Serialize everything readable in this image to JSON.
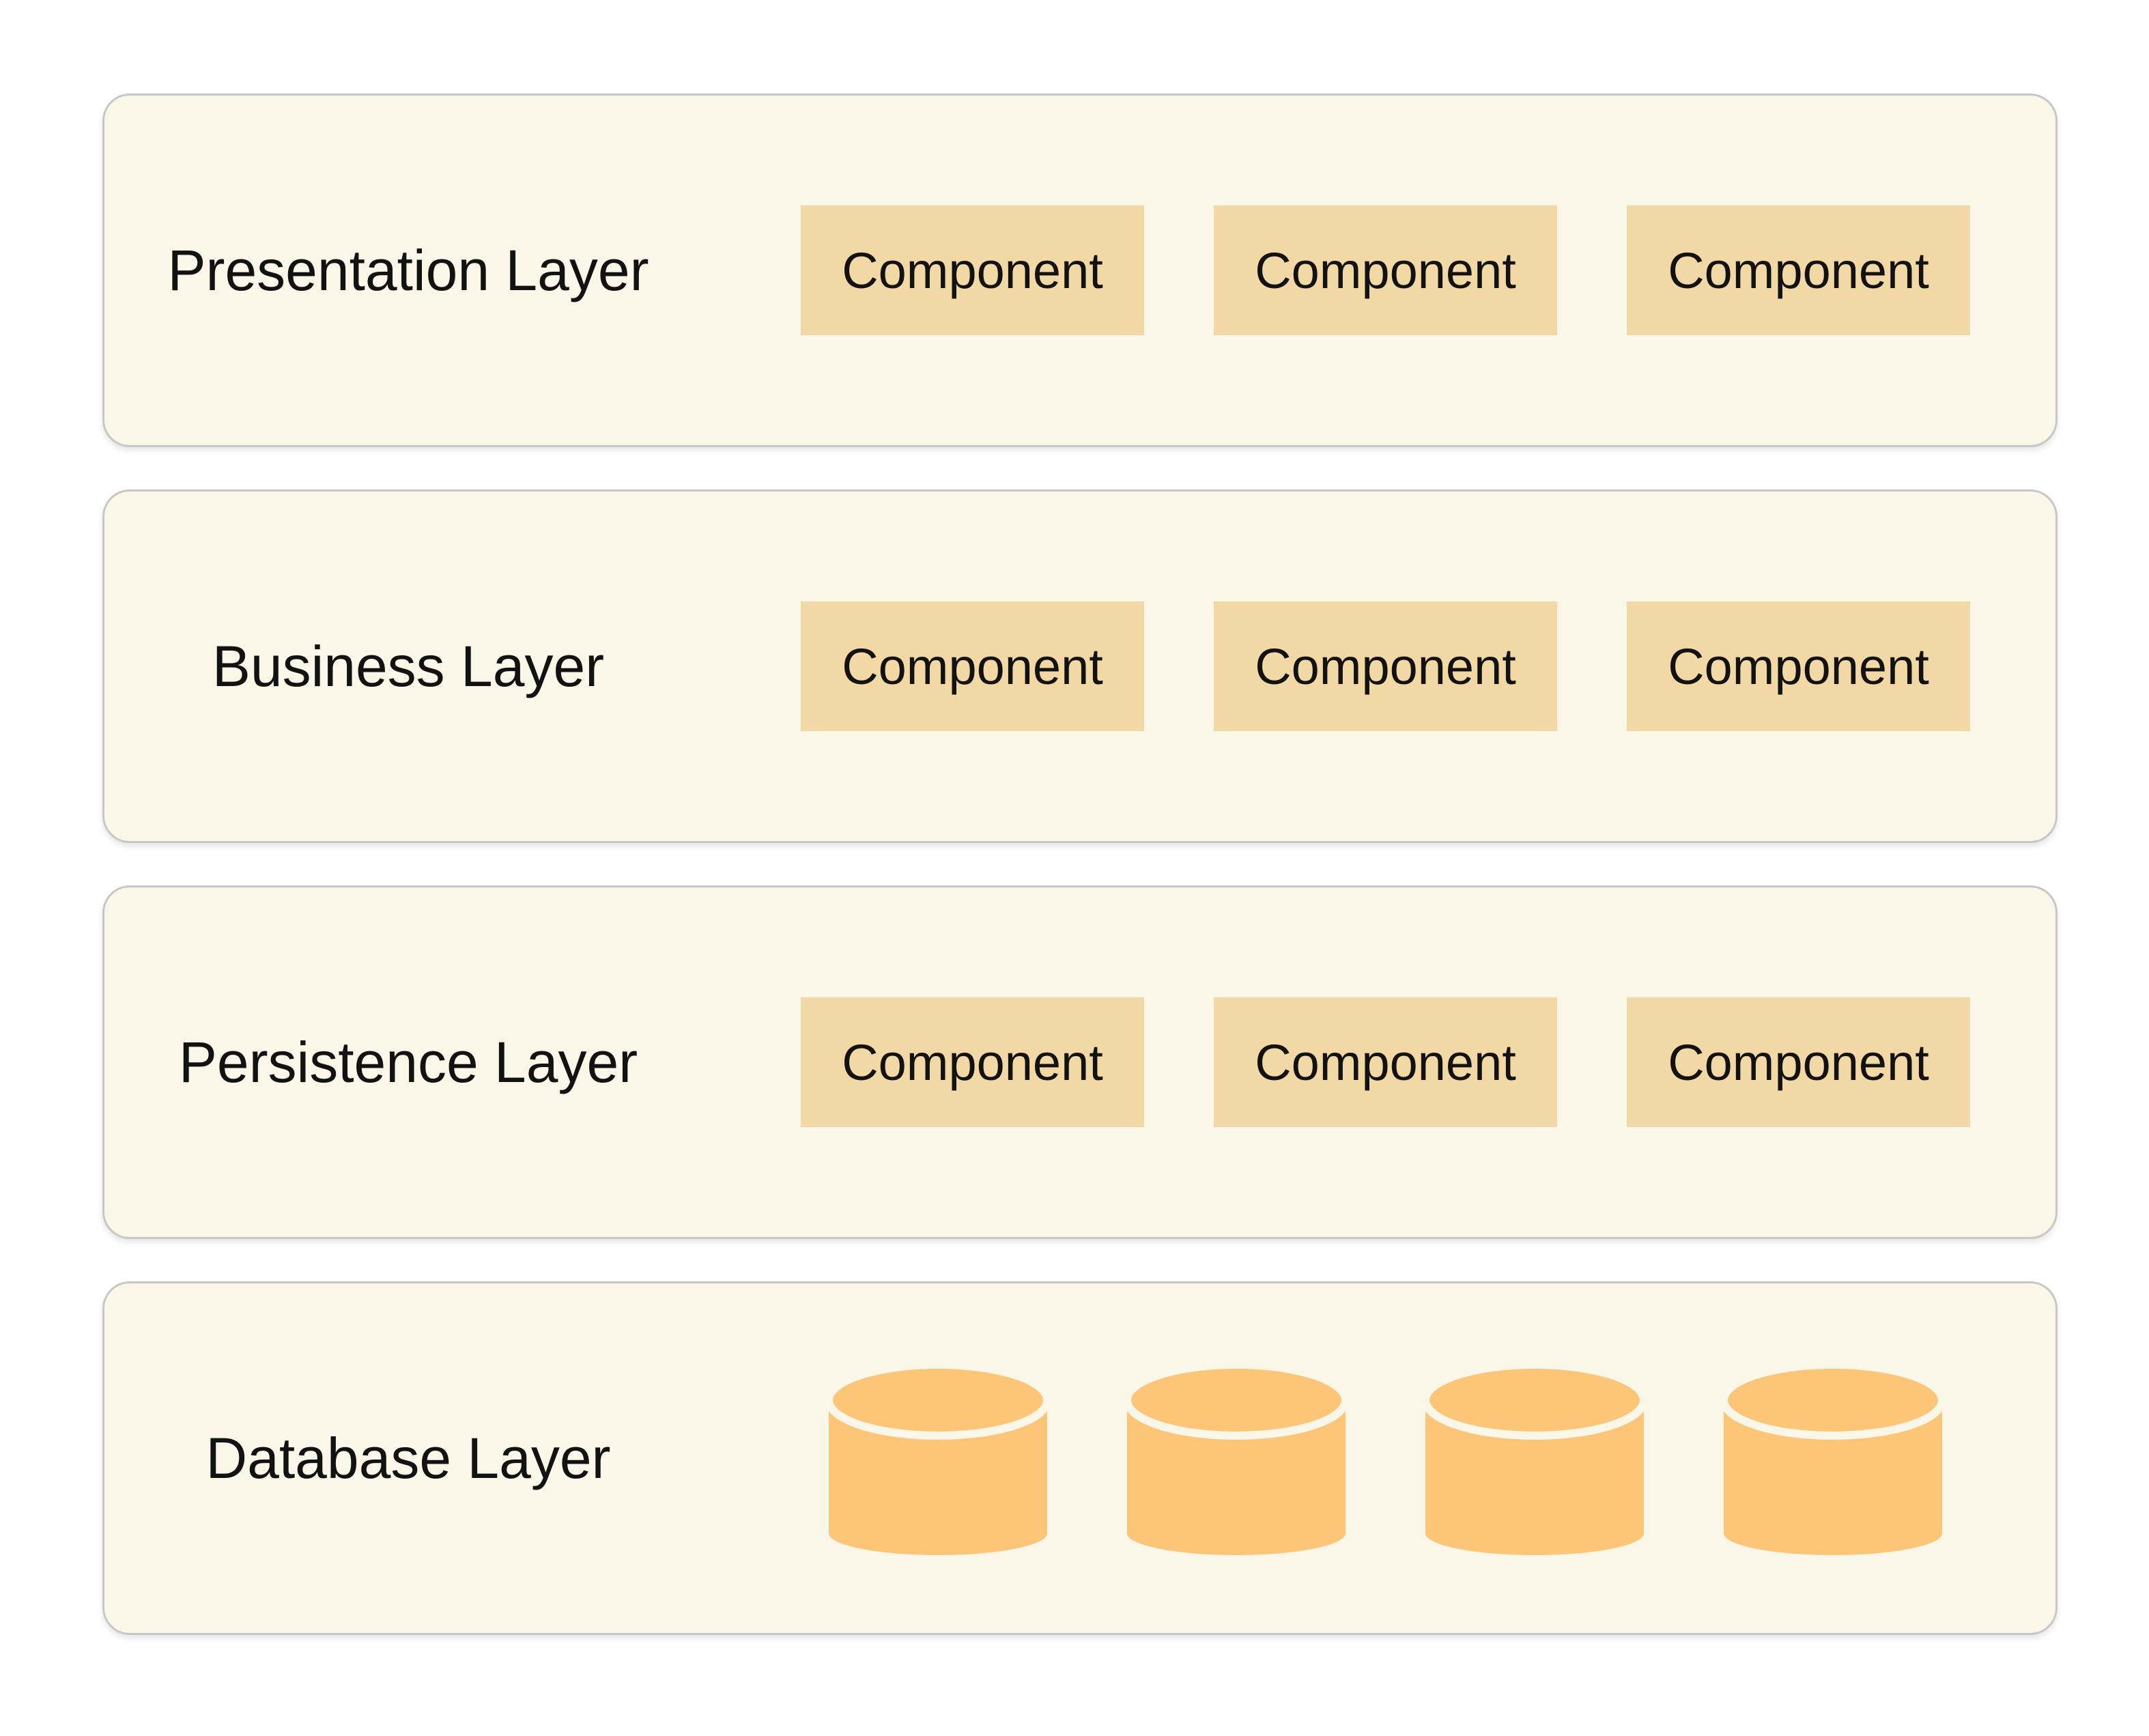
{
  "diagram": {
    "layers": [
      {
        "label": "Presentation Layer",
        "components": [
          "Component",
          "Component",
          "Component"
        ]
      },
      {
        "label": "Business Layer",
        "components": [
          "Component",
          "Component",
          "Component"
        ]
      },
      {
        "label": "Persistence Layer",
        "components": [
          "Component",
          "Component",
          "Component"
        ]
      },
      {
        "label": "Database Layer",
        "database_count": 4
      }
    ],
    "colors": {
      "page_bg": "#FFFFFF",
      "layer_bg": "#FAF7E9",
      "layer_border": "#C7C7C5",
      "component_bg": "#F1D8A4",
      "database": "#FDC578",
      "text": "#121212"
    }
  }
}
